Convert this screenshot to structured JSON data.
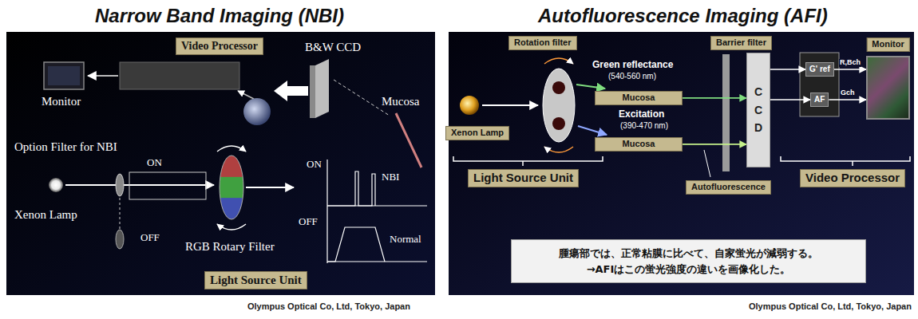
{
  "diagram": {
    "nodes": [
      {
        "text": [
          "Video Processor"
        ]
      },
      {
        "text": [
          "Light Source Unit"
        ]
      },
      {
        "text": [
          "Rotation filter"
        ]
      },
      {
        "text": [
          "Barrier filter"
        ]
      },
      {
        "text": [
          "Monitor"
        ]
      },
      {
        "text": [
          "Xenon Lamp"
        ]
      },
      {
        "text": [
          "Mucosa"
        ]
      },
      {
        "text": [
          "Mucosa"
        ]
      },
      {
        "text": [
          "CCD"
        ]
      },
      {
        "text": [
          "G' ref"
        ]
      },
      {
        "text": [
          "AF"
        ]
      },
      {
        "text": [
          "Autofluorescence"
        ]
      },
      {
        "text": [
          "Light Source Unit"
        ]
      },
      {
        "text": [
          "Video Processor"
        ]
      },
      {
        "text": [
          "腫瘍部では、正常粘膜に比べて、自家蛍光が減弱する。 →AFIはこの蛍光強度の違いを画像化した。"
        ]
      }
    ],
    "edges": [
      {
        "from": 6,
        "to": 8,
        "arrow": "to"
      },
      {
        "from": 7,
        "to": 8,
        "arrow": "to"
      },
      {
        "from": 8,
        "to": 9,
        "arrow": "to"
      },
      {
        "from": 8,
        "to": 10,
        "arrow": "to"
      },
      {
        "from": 9,
        "to": 4,
        "label": "R,Bch",
        "arrow": "to"
      },
      {
        "from": 10,
        "to": 4,
        "label": "Gch",
        "arrow": "to"
      }
    ],
    "labels": [
      "Narrow Band Imaging (NBI)",
      "Autofluorescence Imaging (AFI)",
      "Monitor",
      "B&W CCD",
      "Mucosa",
      "Option Filter for NBI",
      "ON",
      "OFF",
      "Xenon Lamp",
      "RGB Rotary Filter",
      "ON",
      "NBI",
      "OFF",
      "Normal",
      "Green reflectance",
      "(540-560 nm)",
      "Excitation",
      "(390-470 nm)",
      "Olympus Optical Co, Ltd, Tokyo, Japan",
      "Olympus Optical Co, Ltd, Tokyo, Japan"
    ]
  }
}
